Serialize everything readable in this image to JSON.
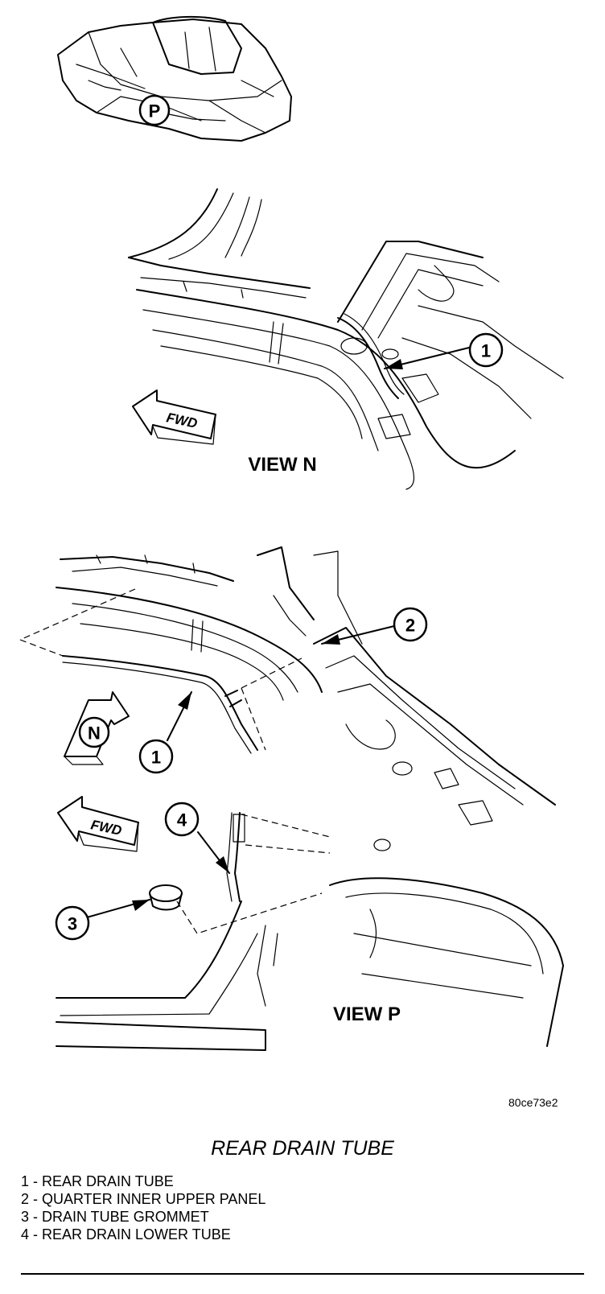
{
  "views": {
    "view_n_label": "VIEW N",
    "view_p_label": "VIEW P"
  },
  "indicators": {
    "fwd_label": "FWD",
    "view_p_locator": "P",
    "view_n_locator": "N"
  },
  "callouts": [
    "1",
    "2",
    "3",
    "4"
  ],
  "figure_id": "80ce73e2",
  "title": "REAR DRAIN TUBE",
  "legend": [
    "1 - REAR DRAIN TUBE",
    "2 - QUARTER INNER UPPER PANEL",
    "3 - DRAIN TUBE GROMMET",
    "4 - REAR DRAIN LOWER TUBE"
  ]
}
